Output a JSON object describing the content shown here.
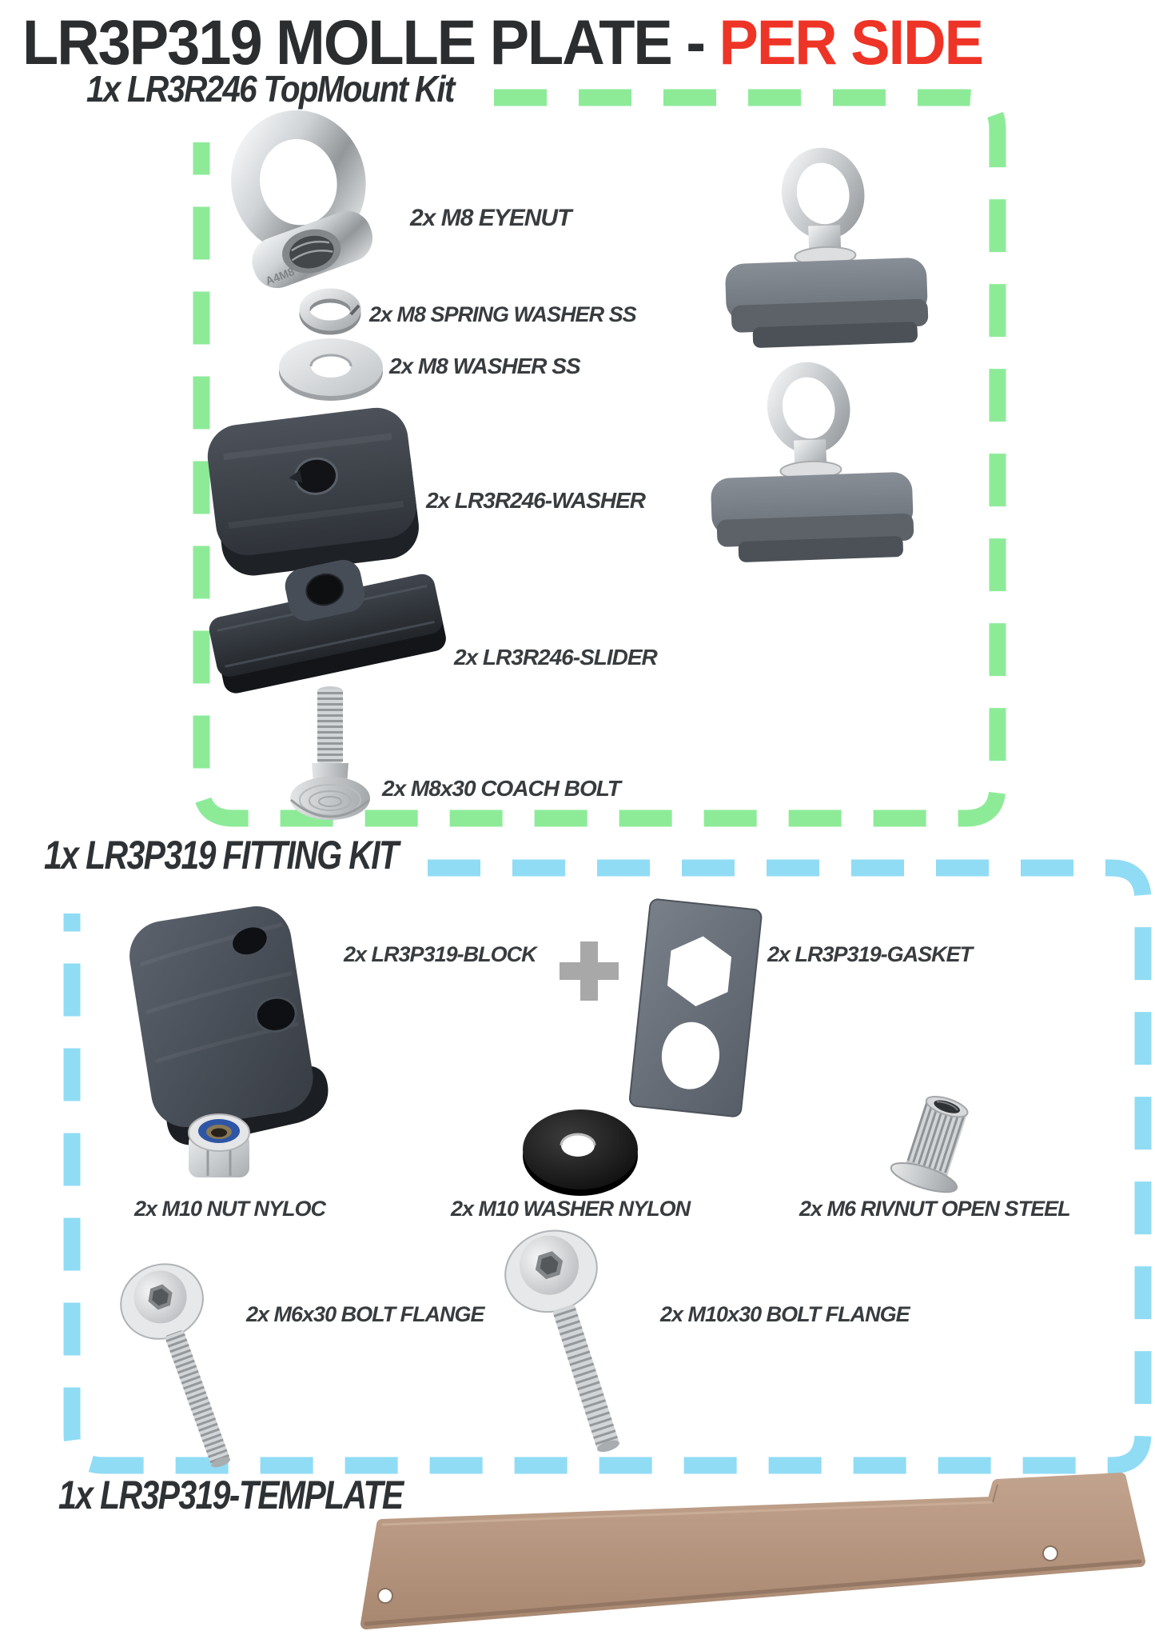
{
  "title": {
    "black": "LR3P319 MOLLE PLATE -",
    "red": "PER SIDE"
  },
  "colors": {
    "title_red": "#ee3426",
    "topmount_border": "#8deb98",
    "fitting_border": "#90dcf4",
    "plus_gray": "#a8a8a8",
    "template_board": "#b4947e"
  },
  "topmount": {
    "heading": "1x LR3R246 TopMount Kit",
    "eyenut_stamp": "A4M8",
    "labels": {
      "eyenut": "2x M8 EYENUT",
      "spring_washer": "2x M8 SPRING WASHER SS",
      "washer": "2x M8 WASHER SS",
      "block_washer": "2x LR3R246-WASHER",
      "slider": "2x LR3R246-SLIDER",
      "coach_bolt": "2x M8x30 COACH BOLT"
    }
  },
  "fitting": {
    "heading": "1x LR3P319 FITTING KIT",
    "labels": {
      "block": "2x LR3P319-BLOCK",
      "gasket": "2x LR3P319-GASKET",
      "nut": "2x M10 NUT NYLOC",
      "nylon_washer": "2x M10 WASHER NYLON",
      "rivnut": "2x M6 RIVNUT OPEN STEEL",
      "m6_bolt": "2x M6x30 BOLT FLANGE",
      "m10_bolt": "2x M10x30 BOLT FLANGE"
    }
  },
  "template": {
    "heading": "1x LR3P319-TEMPLATE"
  }
}
